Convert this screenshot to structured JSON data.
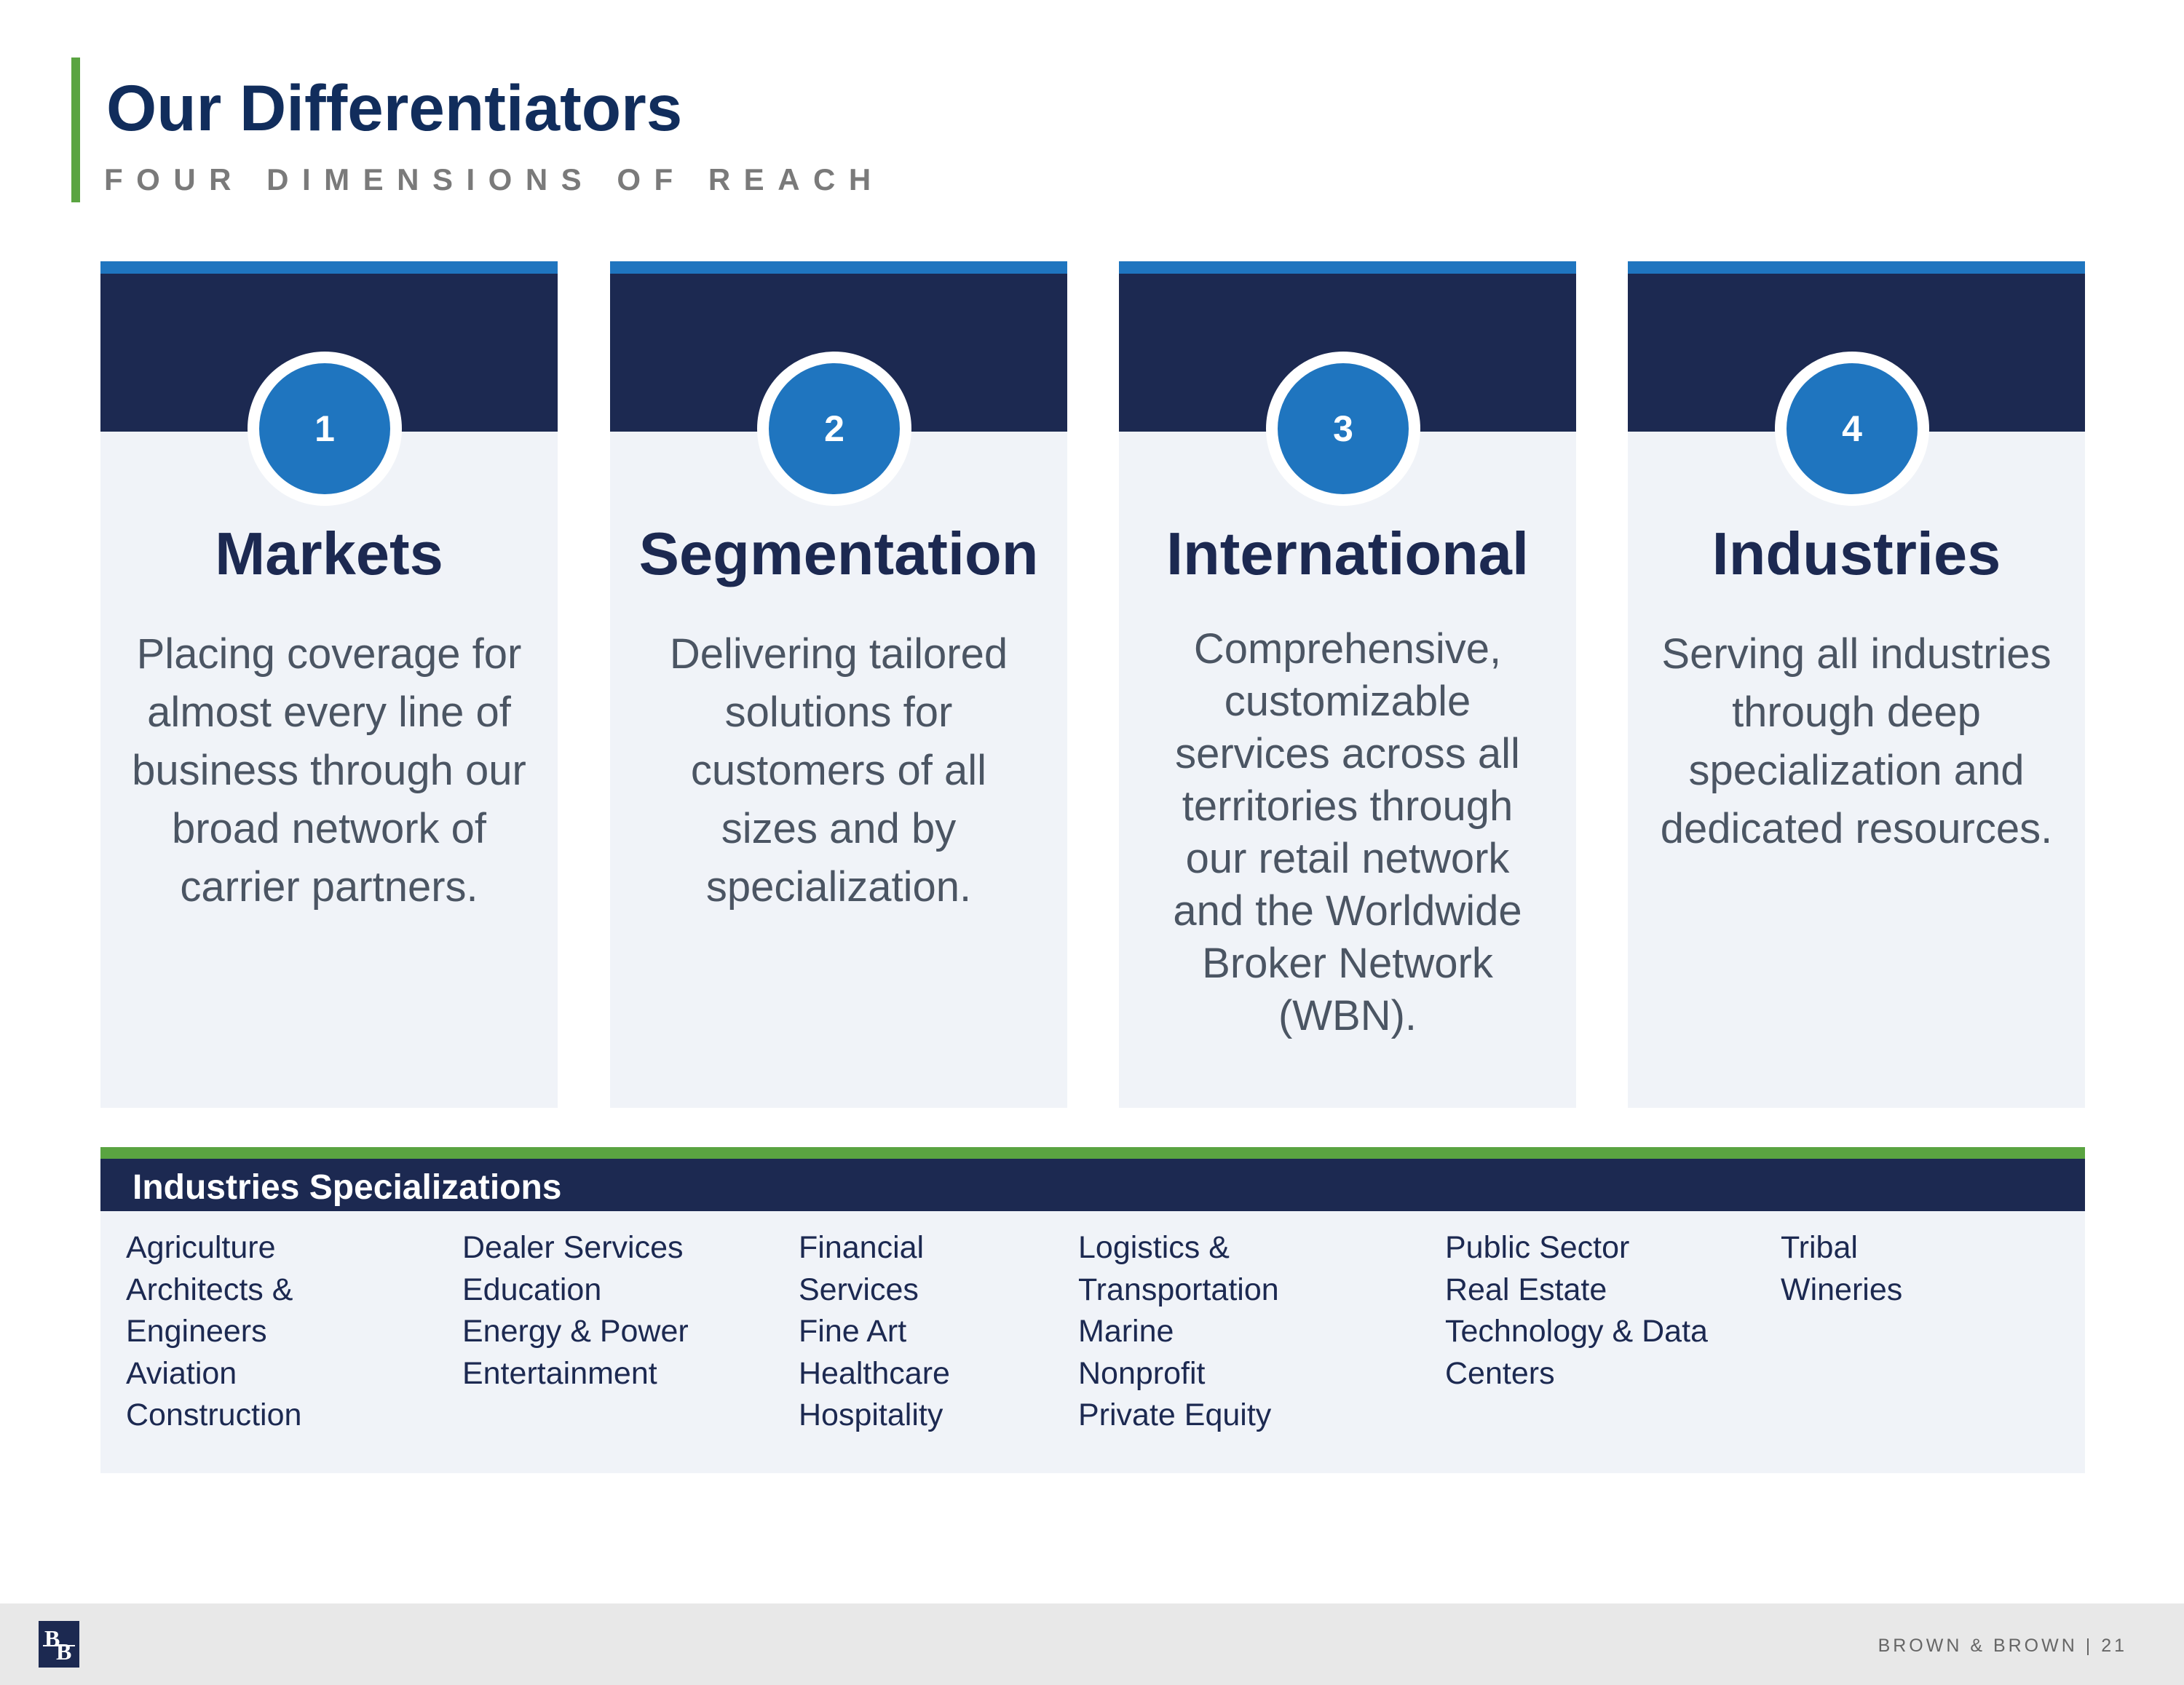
{
  "header": {
    "title": "Our Differentiators",
    "subtitle": "FOUR DIMENSIONS OF REACH"
  },
  "cards": [
    {
      "number": "1",
      "title": "Markets",
      "text": "Placing coverage for almost every line of business through our broad network of carrier partners."
    },
    {
      "number": "2",
      "title": "Segmentation",
      "text": "Delivering tailored solutions for customers of all sizes and by specialization."
    },
    {
      "number": "3",
      "title": "International",
      "text": "Comprehensive, customizable services across all territories through our retail network and the Worldwide Broker Network (WBN)."
    },
    {
      "number": "4",
      "title": "Industries",
      "text": "Serving all industries through deep specialization and dedicated resources."
    }
  ],
  "industries": {
    "heading": "Industries Specializations",
    "columns": [
      [
        "Agriculture",
        "Architects &",
        "Engineers",
        "Aviation",
        "Construction"
      ],
      [
        "Dealer Services",
        "Education",
        "Energy & Power",
        "Entertainment"
      ],
      [
        "Financial",
        "Services",
        "Fine Art",
        "Healthcare",
        "Hospitality"
      ],
      [
        "Logistics &",
        "Transportation",
        "Marine",
        "Nonprofit",
        "Private Equity"
      ],
      [
        "Public Sector",
        "Real Estate",
        "Technology & Data",
        "Centers"
      ],
      [
        "Tribal",
        "Wineries"
      ]
    ]
  },
  "footer": {
    "logo_letters": [
      "B",
      "B"
    ],
    "company": "BROWN & BROWN",
    "separator": "|",
    "page_number": "21"
  },
  "colors": {
    "navy": "#1c2951",
    "blue": "#1f75bf",
    "green": "#5aa441",
    "title_navy": "#112d5c",
    "panel_bg": "#f0f3f8"
  }
}
